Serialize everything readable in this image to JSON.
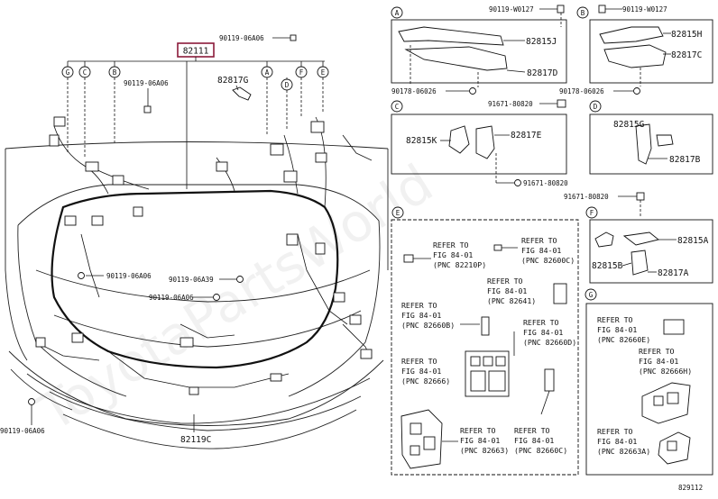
{
  "main_part": {
    "number": "82111",
    "frame_color": "#8b1a3a"
  },
  "callouts": {
    "A": "A",
    "B": "B",
    "C": "C",
    "D": "D",
    "E": "E",
    "F": "F",
    "G": "G"
  },
  "labels": {
    "bolt_top": "90119-06A06",
    "bolt_left_upper": "90119-06A06",
    "p82817G": "82817G",
    "bolt_mid_left": "90119-06A06",
    "bolt_mid_center": "90119-06A39",
    "bolt_mid_lower": "90119-06A06",
    "p82119C": "82119C",
    "bolt_bottom_left": "90119-06A06",
    "A_bolt": "90119-W0127",
    "A_82815J": "82815J",
    "A_82817D": "82817D",
    "A_bolt_lower": "90178-06026",
    "B_bolt": "90119-W0127",
    "B_82815H": "82815H",
    "B_82817C": "82817C",
    "B_bolt_lower": "90178-06026",
    "C_bolt": "91671-80820",
    "C_82815K": "82815K",
    "C_82817E": "82817E",
    "C_bolt_lower": "91671-80820",
    "D_bolt": "91671-80820",
    "D_82815G": "82815G",
    "D_82817B": "82817B",
    "F_82815A": "82815A",
    "F_82815B": "82815B",
    "F_82817A": "82817A",
    "footer_code": "829112"
  },
  "refer_e": [
    {
      "line1": "REFER TO",
      "line2": "FIG 84-01",
      "line3": "(PNC 82210P)"
    },
    {
      "line1": "REFER TO",
      "line2": "FIG 84-01",
      "line3": "(PNC 82600C)"
    },
    {
      "line1": "REFER TO",
      "line2": "FIG 84-01",
      "line3": "(PNC 82641)"
    },
    {
      "line1": "REFER TO",
      "line2": "FIG 84-01",
      "line3": "(PNC 82660B)"
    },
    {
      "line1": "REFER TO",
      "line2": "FIG 84-01",
      "line3": "(PNC 82660D)"
    },
    {
      "line1": "REFER TO",
      "line2": "FIG 84-01",
      "line3": "(PNC 82666)"
    },
    {
      "line1": "REFER TO",
      "line2": "FIG 84-01",
      "line3": "(PNC 82663)"
    },
    {
      "line1": "REFER TO",
      "line2": "FIG 84-01",
      "line3": "(PNC 82660C)"
    }
  ],
  "refer_g": [
    {
      "line1": "REFER TO",
      "line2": "FIG 84-01",
      "line3": "(PNC 82660E)"
    },
    {
      "line1": "REFER TO",
      "line2": "FIG 84-01",
      "line3": "(PNC 82666H)"
    },
    {
      "line1": "REFER TO",
      "line2": "FIG 84-01",
      "line3": "(PNC 82663A)"
    }
  ],
  "watermark": "ToyotaPartsWorld"
}
